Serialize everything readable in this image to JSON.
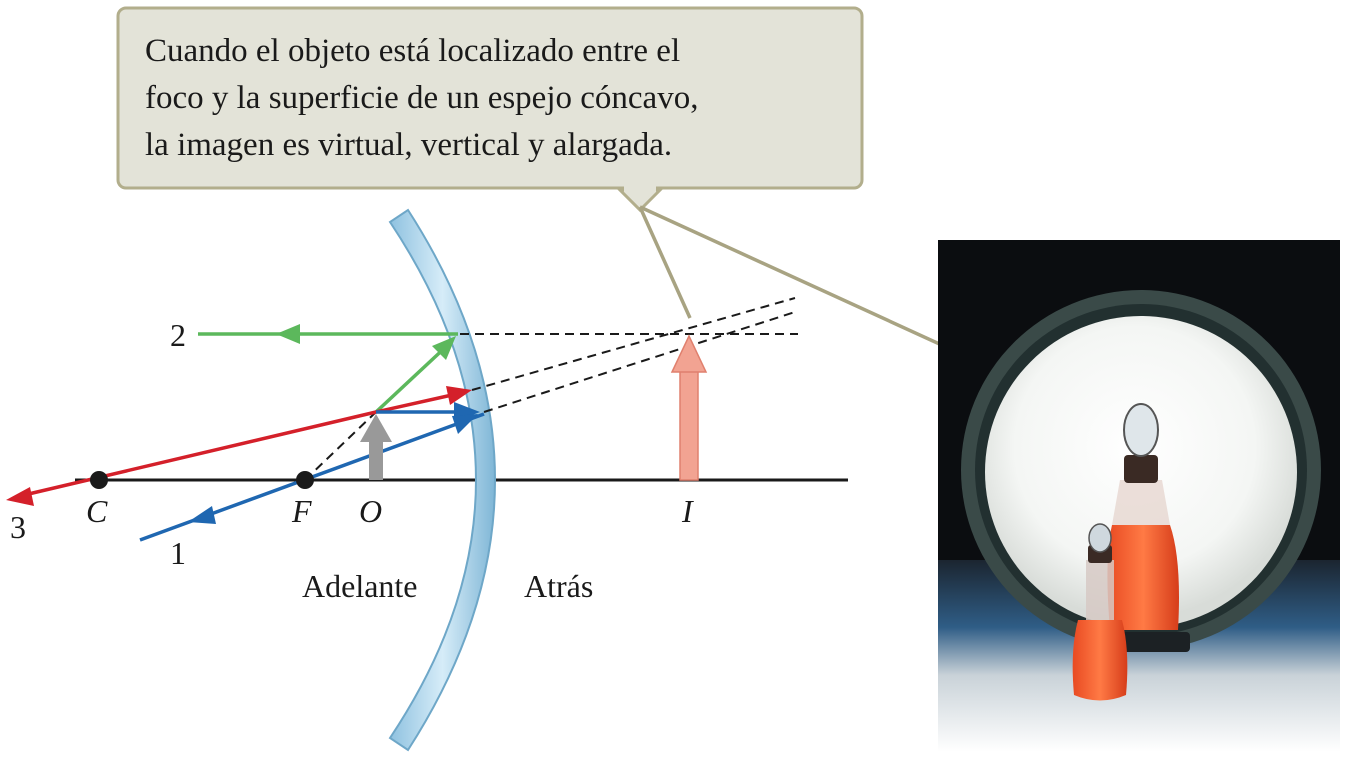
{
  "callout": {
    "text": "Cuando el objeto está localizado entre el\nfoco y la superficie de un espejo cóncavo,\nla imagen es virtual, vertical y alargada."
  },
  "labels": {
    "C": "C",
    "F": "F",
    "O": "O",
    "I": "I",
    "ray1": "1",
    "ray2": "2",
    "ray3": "3",
    "front": "Adelante",
    "back": "Atrás"
  },
  "colors": {
    "callout_fill": "#e3e3d8",
    "callout_border": "#b2ae8c",
    "ray1": "#1f67b1",
    "ray2": "#5cb85c",
    "ray3": "#d4202a",
    "object_arrow": "#999999",
    "image_arrow": "#f2a392",
    "mirror": "#a9d2ea"
  },
  "photo": {
    "icon": "mirror-photo-with-bottles"
  }
}
